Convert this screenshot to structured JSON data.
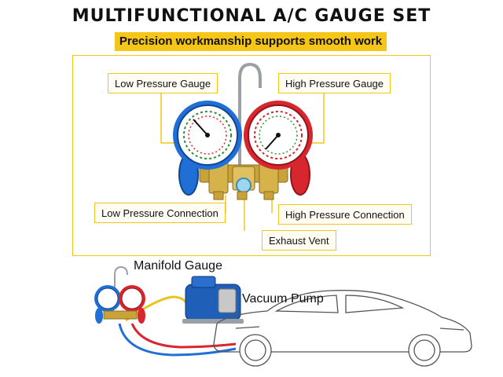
{
  "header": {
    "title": "MULTIFUNCTIONAL A/C GAUGE SET",
    "subtitle": "Precision workmanship supports smooth work"
  },
  "callouts": {
    "low_pressure_gauge": "Low Pressure Gauge",
    "high_pressure_gauge": "High Pressure Gauge",
    "low_pressure_connection": "Low Pressure Connection",
    "high_pressure_connection": "High Pressure Connection",
    "exhaust_vent": "Exhaust Vent"
  },
  "diagram": {
    "manifold_gauge": "Manifold Gauge",
    "vacuum_pump": "Vacuum Pump"
  },
  "colors": {
    "accent_yellow": "#f5c518",
    "low_side_blue": "#1f6fd6",
    "high_side_red": "#d8262e",
    "brass": "#c9a23a"
  }
}
